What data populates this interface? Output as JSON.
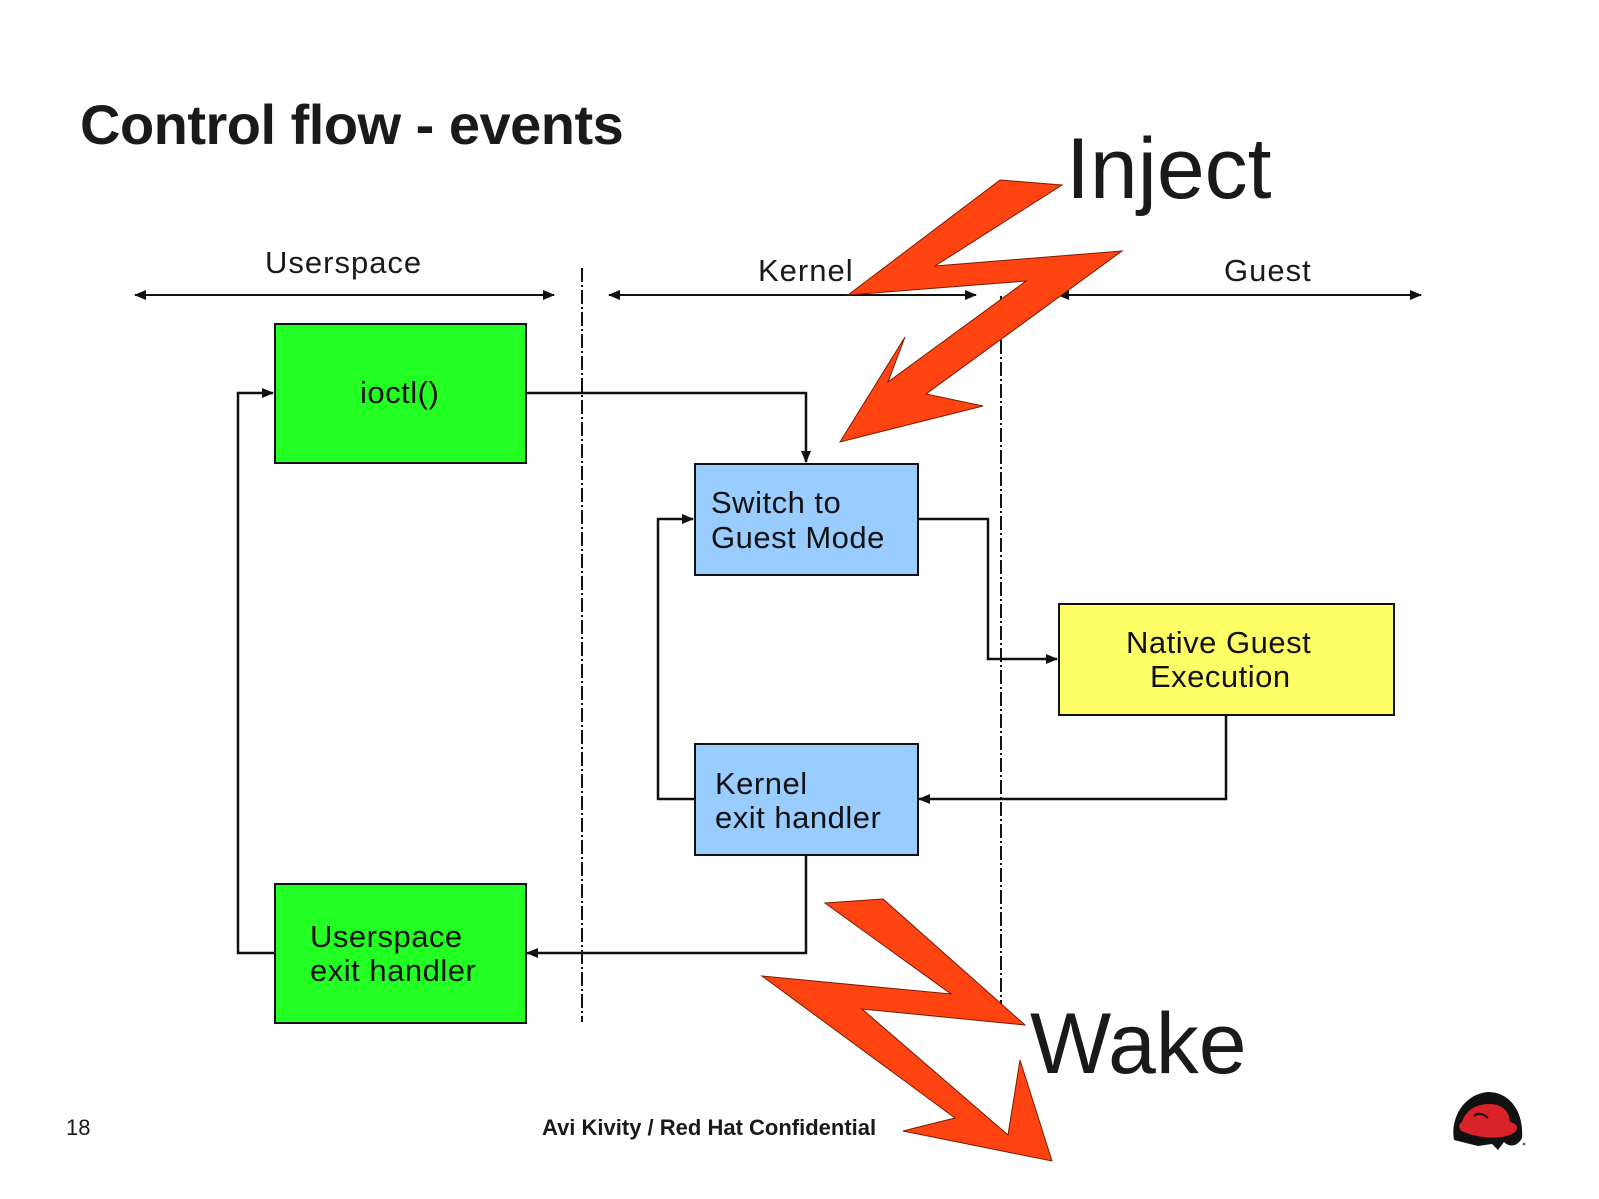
{
  "slide": {
    "title": "Control flow - events",
    "regions": {
      "userspace": "Userspace",
      "kernel": "Kernel",
      "guest": "Guest"
    },
    "boxes": {
      "ioctl": {
        "label": "ioctl()",
        "color": "#22ff22"
      },
      "switch_to_guest": {
        "line1": "Switch to",
        "line2": "Guest Mode",
        "color": "#99ccff"
      },
      "native_guest": {
        "line1": "Native Guest",
        "line2": "Execution",
        "color": "#ffff66"
      },
      "kernel_exit": {
        "line1": "Kernel",
        "line2": "exit handler",
        "color": "#99ccff"
      },
      "userspace_exit": {
        "line1": "Userspace",
        "line2": "exit handler",
        "color": "#22ff22"
      }
    },
    "events": {
      "inject": "Inject",
      "wake": "Wake",
      "bolt_color": "#ff4411"
    },
    "footer": {
      "page_number": "18",
      "attribution": "Avi Kivity / Red Hat Confidential",
      "logo": "red-hat-logo"
    }
  }
}
